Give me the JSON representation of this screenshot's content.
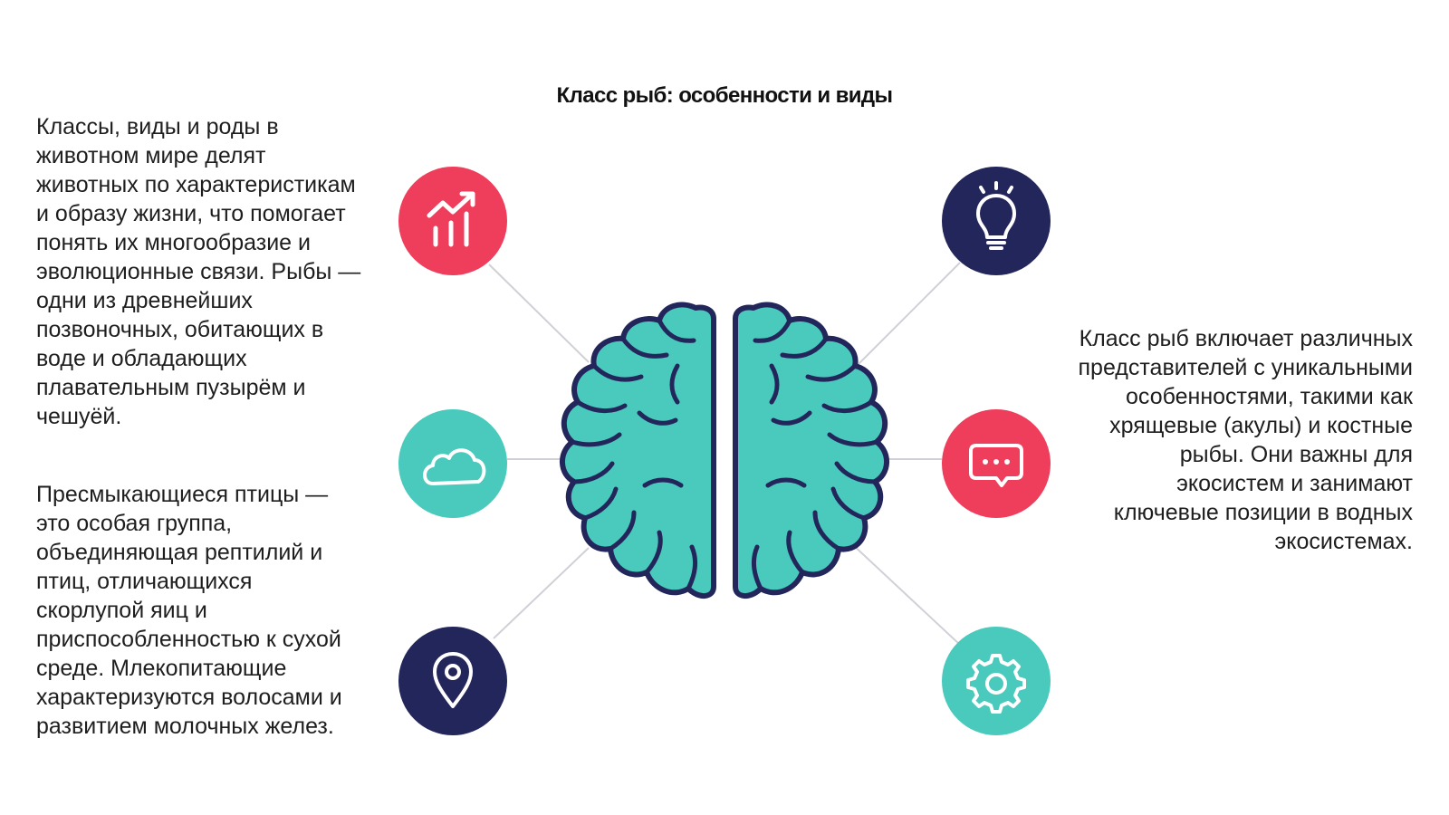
{
  "title": "Класс рыб: особенности и виды",
  "left_paragraph_1": "Классы, виды и роды в животном мире делят животных по характеристикам и образу жизни, что помогает понять их многообразие и эволюционные связи. Рыбы — одни из древнейших позвоночных, обитающих в воде и обладающих плавательным пузырём и чешуёй.",
  "left_paragraph_2": "Пресмыкающиеся птицы — это особая группа, объединяющая рептилий и птиц, отличающихся скорлупой яиц и приспособленностью к сухой среде. Млекопитающие характеризуются волосами и развитием молочных желез.",
  "right_paragraph": "Класс рыб включает различных представителей с уникальными особенностями, такими как хрящевые (акулы) и костные рыбы. Они важны для экосистем и занимают ключевые позиции в водных экосистемах.",
  "colors": {
    "red": "#ef3e5c",
    "navy": "#23265a",
    "teal": "#4ac9bd",
    "connector": "#cfd1d6"
  },
  "icons": [
    {
      "name": "chart-growth-icon",
      "color": "red"
    },
    {
      "name": "cloud-icon",
      "color": "teal"
    },
    {
      "name": "location-pin-icon",
      "color": "navy"
    },
    {
      "name": "lightbulb-icon",
      "color": "navy"
    },
    {
      "name": "chat-bubble-icon",
      "color": "red"
    },
    {
      "name": "gear-icon",
      "color": "teal"
    }
  ],
  "center_icon": "brain-icon"
}
